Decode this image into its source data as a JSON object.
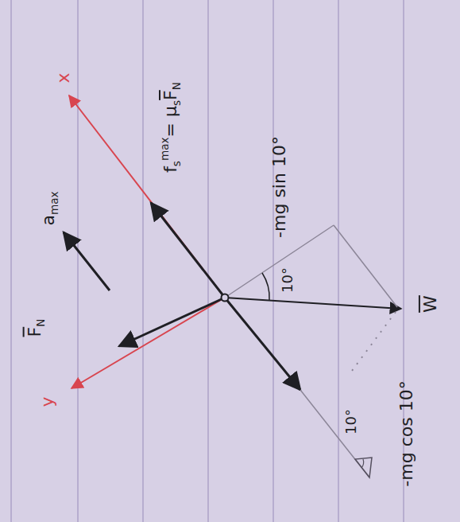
{
  "diagram": {
    "labels": [
      "x",
      "y",
      "a",
      "max",
      "F",
      "N",
      "f",
      "s",
      "max",
      "= μ",
      "s",
      "F",
      "N",
      "-mg sin 10°",
      "10°",
      "W",
      "-mg cos 10°",
      "10°"
    ]
  }
}
